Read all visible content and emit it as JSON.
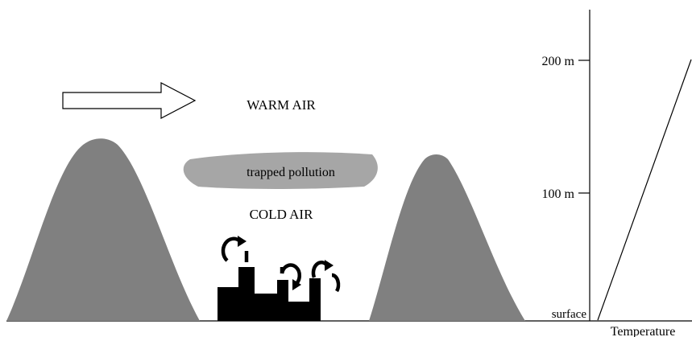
{
  "labels": {
    "warm_air": "WARM AIR",
    "trapped_pollution": "trapped pollution",
    "cold_air": "COLD AIR"
  },
  "graph": {
    "x_axis_label": "Temperature",
    "y_ticks": [
      "200 m",
      "100 m",
      "surface"
    ]
  },
  "colors": {
    "mountain": "#808080",
    "pollution": "#a6a6a6",
    "factory": "#000000",
    "line": "#000000"
  },
  "icons": {
    "wind_arrow": "arrow-right-outline",
    "circulation": "circular-arrow"
  }
}
